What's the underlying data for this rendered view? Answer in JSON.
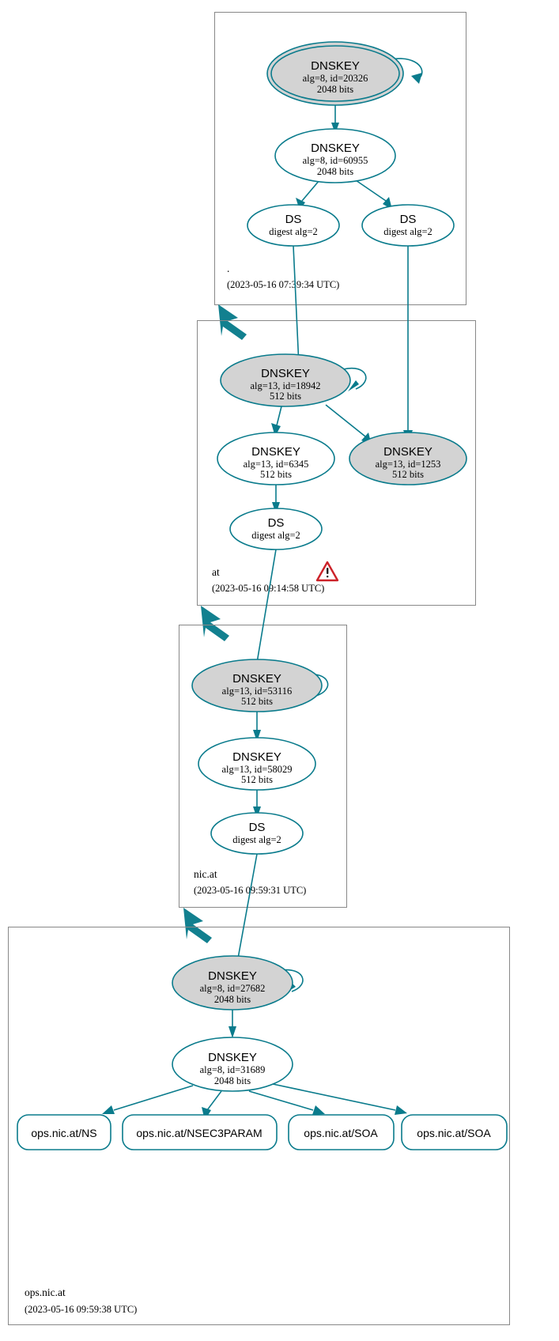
{
  "diagram": {
    "type": "dnssec-authentication-chain",
    "title": "DNSSEC authentication chain for ops.nic.at",
    "colors": {
      "edge": "#0a7b8c",
      "node_stroke": "#0a7b8c",
      "secure_key_fill": "#d3d3d3",
      "zone_border": "#888888",
      "warning": "#cc2229",
      "background": "#ffffff"
    }
  },
  "zones": [
    {
      "id": "root",
      "name": ".",
      "timestamp": "(2023-05-16 07:39:34 UTC)",
      "warning": false,
      "nodes": [
        {
          "id": "root-ksk",
          "kind": "DNSKEY",
          "title": "DNSKEY",
          "line2": "alg=8, id=20326",
          "line3": "2048 bits",
          "alg": 8,
          "key_id": 20326,
          "bits": 2048,
          "shaded": true,
          "double_outline": true,
          "self_signed": true
        },
        {
          "id": "root-zsk",
          "kind": "DNSKEY",
          "title": "DNSKEY",
          "line2": "alg=8, id=60955",
          "line3": "2048 bits",
          "alg": 8,
          "key_id": 60955,
          "bits": 2048,
          "shaded": false,
          "double_outline": false,
          "self_signed": false
        },
        {
          "id": "root-ds-1",
          "kind": "DS",
          "title": "DS",
          "line2": "digest alg=2",
          "line3": "",
          "shaded": false,
          "double_outline": false,
          "self_signed": false
        },
        {
          "id": "root-ds-2",
          "kind": "DS",
          "title": "DS",
          "line2": "digest alg=2",
          "line3": "",
          "shaded": false,
          "double_outline": false,
          "self_signed": false
        }
      ]
    },
    {
      "id": "at",
      "name": "at",
      "timestamp": "(2023-05-16 09:14:58 UTC)",
      "warning": true,
      "warning_icon": "warning-triangle-icon",
      "nodes": [
        {
          "id": "at-ksk",
          "kind": "DNSKEY",
          "title": "DNSKEY",
          "line2": "alg=13, id=18942",
          "line3": "512 bits",
          "alg": 13,
          "key_id": 18942,
          "bits": 512,
          "shaded": true,
          "double_outline": false,
          "self_signed": true
        },
        {
          "id": "at-zsk",
          "kind": "DNSKEY",
          "title": "DNSKEY",
          "line2": "alg=13, id=6345",
          "line3": "512 bits",
          "alg": 13,
          "key_id": 6345,
          "bits": 512,
          "shaded": false,
          "double_outline": false,
          "self_signed": false
        },
        {
          "id": "at-ksk-2",
          "kind": "DNSKEY",
          "title": "DNSKEY",
          "line2": "alg=13, id=1253",
          "line3": "512 bits",
          "alg": 13,
          "key_id": 1253,
          "bits": 512,
          "shaded": true,
          "double_outline": false,
          "self_signed": false
        },
        {
          "id": "at-ds",
          "kind": "DS",
          "title": "DS",
          "line2": "digest alg=2",
          "line3": "",
          "shaded": false,
          "double_outline": false,
          "self_signed": false
        }
      ]
    },
    {
      "id": "nic-at",
      "name": "nic.at",
      "timestamp": "(2023-05-16 09:59:31 UTC)",
      "warning": false,
      "nodes": [
        {
          "id": "nicat-ksk",
          "kind": "DNSKEY",
          "title": "DNSKEY",
          "line2": "alg=13, id=53116",
          "line3": "512 bits",
          "alg": 13,
          "key_id": 53116,
          "bits": 512,
          "shaded": true,
          "double_outline": false,
          "self_signed": true
        },
        {
          "id": "nicat-zsk",
          "kind": "DNSKEY",
          "title": "DNSKEY",
          "line2": "alg=13, id=58029",
          "line3": "512 bits",
          "alg": 13,
          "key_id": 58029,
          "bits": 512,
          "shaded": false,
          "double_outline": false,
          "self_signed": false
        },
        {
          "id": "nicat-ds",
          "kind": "DS",
          "title": "DS",
          "line2": "digest alg=2",
          "line3": "",
          "shaded": false,
          "double_outline": false,
          "self_signed": false
        }
      ]
    },
    {
      "id": "ops-nic-at",
      "name": "ops.nic.at",
      "timestamp": "(2023-05-16 09:59:38 UTC)",
      "warning": false,
      "nodes": [
        {
          "id": "opsnicat-ksk",
          "kind": "DNSKEY",
          "title": "DNSKEY",
          "line2": "alg=8, id=27682",
          "line3": "2048 bits",
          "alg": 8,
          "key_id": 27682,
          "bits": 2048,
          "shaded": true,
          "double_outline": false,
          "self_signed": true
        },
        {
          "id": "opsnicat-zsk",
          "kind": "DNSKEY",
          "title": "DNSKEY",
          "line2": "alg=8, id=31689",
          "line3": "2048 bits",
          "alg": 8,
          "key_id": 31689,
          "bits": 2048,
          "shaded": false,
          "double_outline": false,
          "self_signed": false
        }
      ],
      "rrsets": [
        {
          "id": "rrset-ns",
          "label": "ops.nic.at/NS"
        },
        {
          "id": "rrset-nsec3param",
          "label": "ops.nic.at/NSEC3PARAM"
        },
        {
          "id": "rrset-soa-1",
          "label": "ops.nic.at/SOA"
        },
        {
          "id": "rrset-soa-2",
          "label": "ops.nic.at/SOA"
        }
      ]
    }
  ]
}
